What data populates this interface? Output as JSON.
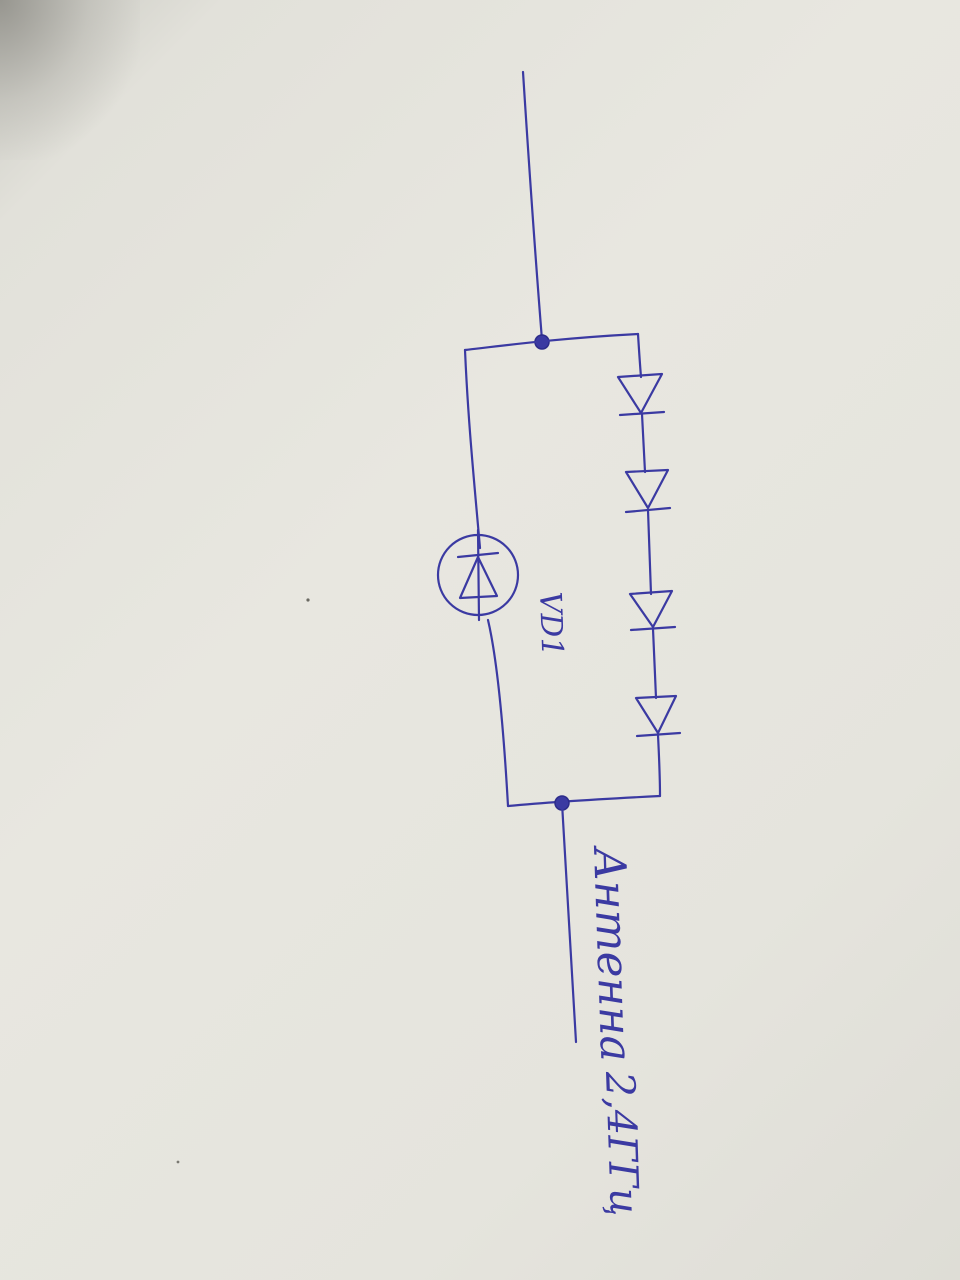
{
  "diagram": {
    "type": "hand-drawn circuit schematic",
    "ink_color": "#3b3aa2",
    "paper_color": "#e6e5de",
    "components": [
      {
        "id": "diode-1",
        "kind": "diode"
      },
      {
        "id": "diode-2",
        "kind": "diode"
      },
      {
        "id": "diode-3",
        "kind": "diode"
      },
      {
        "id": "diode-4",
        "kind": "diode"
      },
      {
        "id": "vd1",
        "kind": "circled-diode",
        "label": "VD1"
      }
    ],
    "labels": {
      "element_label": "VD1",
      "antenna_label": "Антенна",
      "frequency_label": "2,4ГГц"
    }
  }
}
